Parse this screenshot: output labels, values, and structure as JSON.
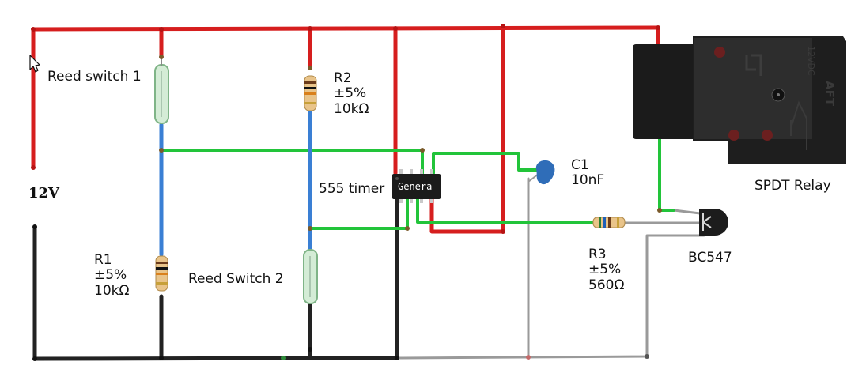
{
  "colors": {
    "supply_wire": "#d61e1e",
    "ground_wire": "#222222",
    "signal_wire": "#22c43a",
    "switch_link": "#3a7fd4",
    "gray_wire": "#9a9a9a",
    "relay_body": "#1e1e1e",
    "capacitor": "#2f6db8"
  },
  "power": {
    "label": "12V"
  },
  "components": {
    "reed_switch_1": {
      "label": "Reed switch 1"
    },
    "reed_switch_2": {
      "label": "Reed Switch 2"
    },
    "r1": {
      "name": "R1",
      "tolerance": "±5%",
      "value": "10kΩ"
    },
    "r2": {
      "name": "R2",
      "tolerance": "±5%",
      "value": "10kΩ"
    },
    "r3": {
      "name": "R3",
      "tolerance": "±5%",
      "value": "560Ω"
    },
    "timer": {
      "label": "555 timer",
      "chip_text": "Genera"
    },
    "c1": {
      "name": "C1",
      "value": "10nF"
    },
    "transistor": {
      "label": "BC547"
    },
    "relay": {
      "label": "SPDT Relay",
      "marking_voltage": "12VDC",
      "marking_brand": "AFT"
    }
  }
}
